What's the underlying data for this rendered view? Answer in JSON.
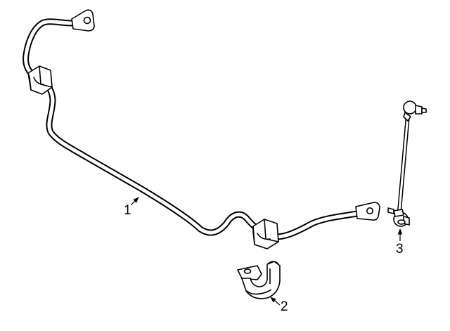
{
  "diagram": {
    "parts": [
      {
        "callout": "1",
        "icon": "stabilizer-bar"
      },
      {
        "callout": "2",
        "icon": "bushing"
      },
      {
        "callout": "3",
        "icon": "stabilizer-link"
      }
    ]
  },
  "colors": {
    "line": "#000000",
    "background": "#ffffff"
  }
}
